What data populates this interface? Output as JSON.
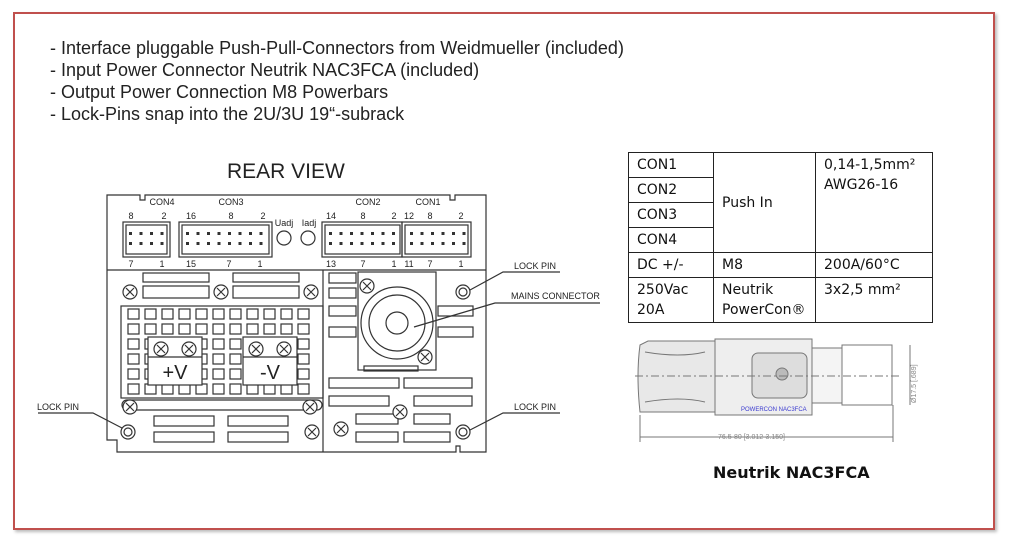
{
  "bullets": [
    "- Interface pluggable Push-Pull-Connectors from Weidmueller (included)",
    "- Input Power Connector Neutrik NAC3FCA (included)",
    "- Output Power Connection M8 Powerbars",
    "- Lock-Pins snap into the 2U/3U 19“-subrack"
  ],
  "rear_view": {
    "title": "REAR VIEW",
    "connectors": {
      "con4": {
        "label": "CON4",
        "top": [
          "8",
          "2"
        ],
        "bottom": [
          "7",
          "1"
        ]
      },
      "con3": {
        "label": "CON3",
        "top": [
          "16",
          "8",
          "2"
        ],
        "bottom": [
          "15",
          "7",
          "1"
        ]
      },
      "con2": {
        "label": "CON2",
        "top": [
          "14",
          "8",
          "2"
        ],
        "bottom": [
          "13",
          "7",
          "1"
        ]
      },
      "con1": {
        "label": "CON1",
        "top": [
          "12",
          "8",
          "2"
        ],
        "bottom": [
          "11",
          "7",
          "1"
        ]
      }
    },
    "uadj": "Uadj",
    "iadj": "Iadj",
    "plus_v": "+V",
    "minus_v": "-V",
    "callouts": {
      "lock_pin_top": "LOCK PIN",
      "mains_connector": "MAINS CONNECTOR",
      "lock_pin_bottom_right": "LOCK PIN",
      "lock_pin_bottom_left": "LOCK PIN"
    }
  },
  "spec_table": {
    "rows": [
      {
        "c1": "CON1",
        "c2": "Push In",
        "c3": "0,14-1,5mm² AWG26-16"
      },
      {
        "c1": "CON2"
      },
      {
        "c1": "CON3"
      },
      {
        "c1": "CON4"
      },
      {
        "c1": "DC +/-",
        "c2": "M8",
        "c3": "200A/60°C"
      },
      {
        "c1": "250Vac 20A",
        "c2": "Neutrik PowerCon®",
        "c3": "3x2,5 mm²"
      }
    ]
  },
  "connector_drawing": {
    "dimension_length": "76.5-80 [3.012-3.150]",
    "dimension_diameter": "Ø17.5 [.689]",
    "brand_text": "POWERCON NAC3FCA",
    "caption": "Neutrik NAC3FCA"
  },
  "colors": {
    "frame": "#c0504d",
    "brand_text": "#3a3ad0"
  }
}
